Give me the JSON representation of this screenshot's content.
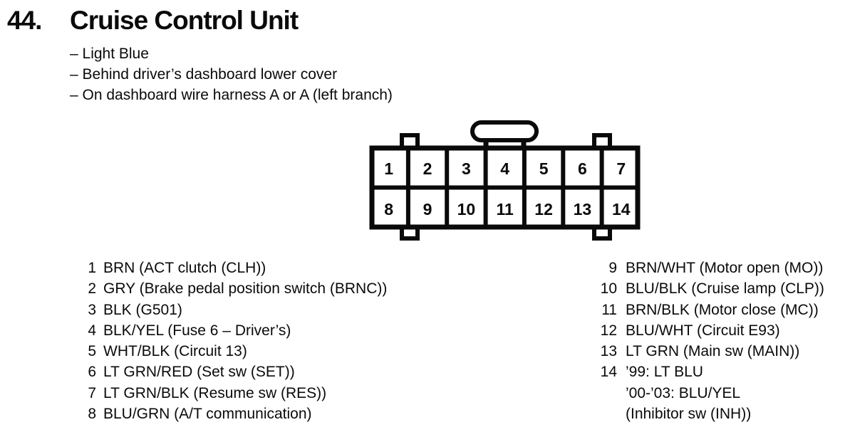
{
  "page": {
    "number": "44.",
    "title": "Cruise Control Unit"
  },
  "notes": [
    "– Light Blue",
    "– Behind driver’s dashboard lower cover",
    "– On dashboard wire harness A or A (left branch)"
  ],
  "connector": {
    "pins": [
      "1",
      "2",
      "3",
      "4",
      "5",
      "6",
      "7",
      "8",
      "9",
      "10",
      "11",
      "12",
      "13",
      "14"
    ]
  },
  "pin_list": {
    "left": [
      {
        "pin": "1",
        "desc": "BRN (ACT clutch (CLH))"
      },
      {
        "pin": "2",
        "desc": "GRY (Brake pedal position switch (BRNC))"
      },
      {
        "pin": "3",
        "desc": "BLK (G501)"
      },
      {
        "pin": "4",
        "desc": "BLK/YEL (Fuse 6 – Driver’s)"
      },
      {
        "pin": "5",
        "desc": "WHT/BLK (Circuit 13)"
      },
      {
        "pin": "6",
        "desc": "LT GRN/RED (Set sw (SET))"
      },
      {
        "pin": "7",
        "desc": "LT GRN/BLK (Resume sw (RES))"
      },
      {
        "pin": "8",
        "desc": "BLU/GRN (A/T communication)"
      }
    ],
    "right": [
      {
        "pin": "9",
        "desc": "BRN/WHT (Motor open (MO))"
      },
      {
        "pin": "10",
        "desc": "BLU/BLK (Cruise lamp (CLP))"
      },
      {
        "pin": "11",
        "desc": "BRN/BLK (Motor close (MC))"
      },
      {
        "pin": "12",
        "desc": "BLU/WHT (Circuit E93)"
      },
      {
        "pin": "13",
        "desc": "LT GRN (Main sw (MAIN))"
      },
      {
        "pin": "14",
        "desc": "’99: LT BLU"
      },
      {
        "pin": "",
        "desc": "’00-’03: BLU/YEL"
      },
      {
        "pin": "",
        "desc": "(Inhibitor sw (INH))"
      }
    ]
  }
}
